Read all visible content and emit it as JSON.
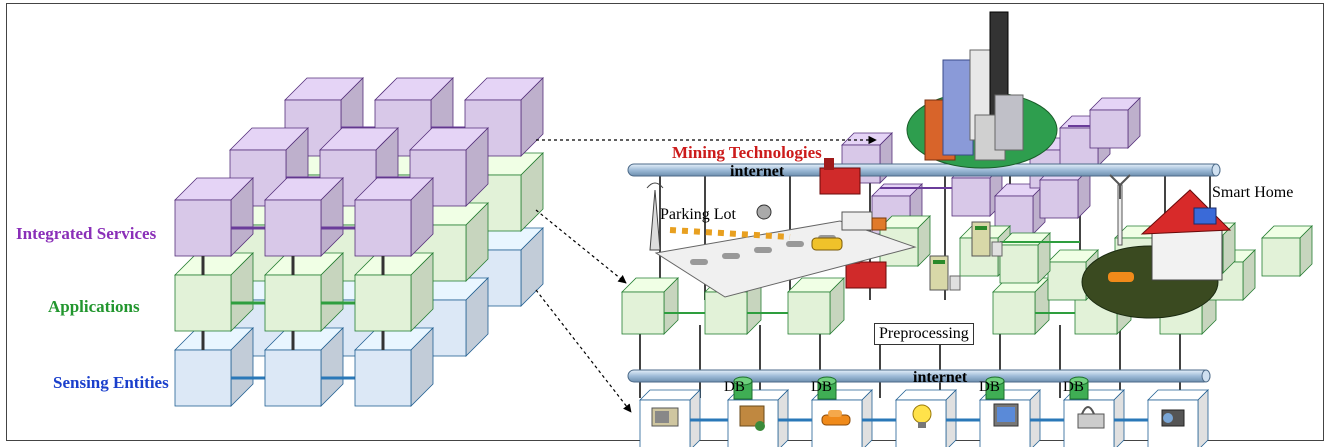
{
  "layers": {
    "services": "Integrated Services",
    "applications": "Applications",
    "sensing": "Sensing Entities"
  },
  "right": {
    "mining": "Mining Technologies",
    "internet_top": "internet",
    "internet_bottom": "internet",
    "smart_home": "Smart Home",
    "parking_lot": "Parking Lot",
    "preprocessing": "Preprocessing",
    "db_labels": [
      "DB",
      "DB",
      "DB",
      "DB"
    ]
  },
  "colors": {
    "services_face": "#d8c8e8",
    "services_line": "#6a3c9a",
    "apps_face": "#e2f2d8",
    "apps_line": "#2e9e3e",
    "sensing_face": "#dce8f6",
    "sensing_line": "#2a78b8",
    "mining_text": "#cc1b1b",
    "internet_bar": "#b8d0e6"
  },
  "icons": [
    "city-icon",
    "factory-icon",
    "truck-icon",
    "car-icon",
    "server-icon",
    "wind-turbine-icon",
    "house-icon",
    "antenna-icon",
    "camera-icon",
    "monitor-icon",
    "box-icon",
    "lightbulb-icon",
    "tv-icon",
    "phone-icon",
    "camcorder-icon"
  ]
}
